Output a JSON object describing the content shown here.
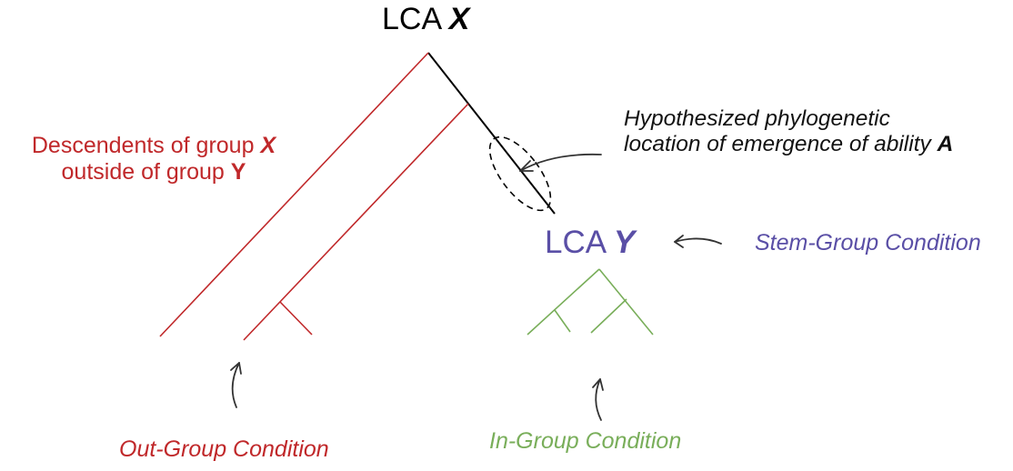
{
  "colors": {
    "black": "#000000",
    "out_group_red": "#c0282a",
    "stem_purple": "#5a4fa6",
    "in_group_green": "#79ae5a"
  },
  "labels": {
    "lca_x": {
      "prefix": "LCA ",
      "letter": "X"
    },
    "descendants": {
      "line1": "Descendents of group ",
      "letter1": "X",
      "line2": "outside of group ",
      "letter2": "Y"
    },
    "hypothesized": {
      "line1": "Hypothesized phylogenetic",
      "line2": "location of emergence of ability ",
      "letter": "A"
    },
    "lca_y": {
      "prefix": "LCA ",
      "letter": "Y"
    },
    "stem_group": "Stem-Group Condition",
    "out_group": "Out-Group Condition",
    "in_group": "In-Group Condition"
  }
}
